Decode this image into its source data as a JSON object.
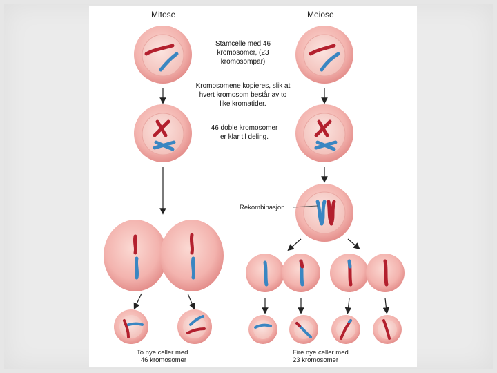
{
  "titles": {
    "mitosis": "Mitose",
    "meiosis": "Meiose"
  },
  "notes": {
    "stem_cell": "Stamcelle med 46 kromosomer, (23 kromosompar)",
    "copy": "Kromosomene kopieres, slik at hvert kromosom består av to like kromatider.",
    "ready": "46 doble kromosomer er klar til deling."
  },
  "labels": {
    "recombination": "Rekombinasjon"
  },
  "captions": {
    "mitosis_line1": "To nye celler med",
    "mitosis_line2": "46 kromosomer",
    "meiosis_line1": "Fire nye celler med",
    "meiosis_line2": "23 kromosomer"
  },
  "colors": {
    "cell_outer": "#f0a7a4",
    "cell_inner": "#f7c9c3",
    "chrom_red": "#b3202e",
    "chrom_blue": "#3a86c2",
    "background": "#ebebeb"
  }
}
